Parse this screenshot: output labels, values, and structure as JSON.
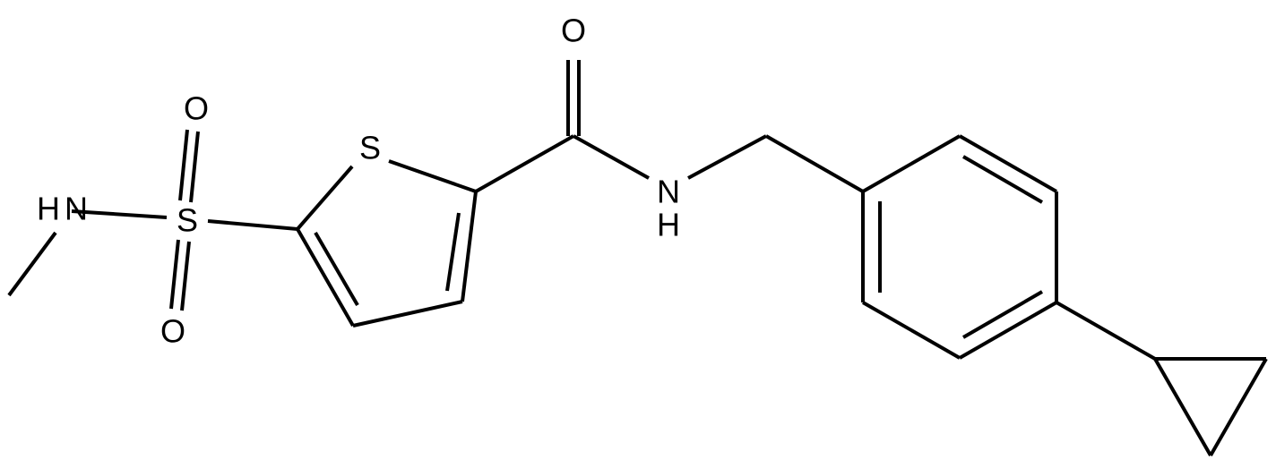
{
  "molecule": {
    "atoms": {
      "sulfonyl_s": "S",
      "sulfonyl_o_top": "O",
      "sulfonyl_o_bottom": "O",
      "sulfonamide_n": "N",
      "sulfonamide_h": "H",
      "thiophene_s": "S",
      "carbonyl_o": "O",
      "amide_n": "N",
      "amide_h": "H"
    },
    "colors": {
      "bond": "#000000",
      "label": "#000000",
      "background": "#ffffff"
    }
  }
}
